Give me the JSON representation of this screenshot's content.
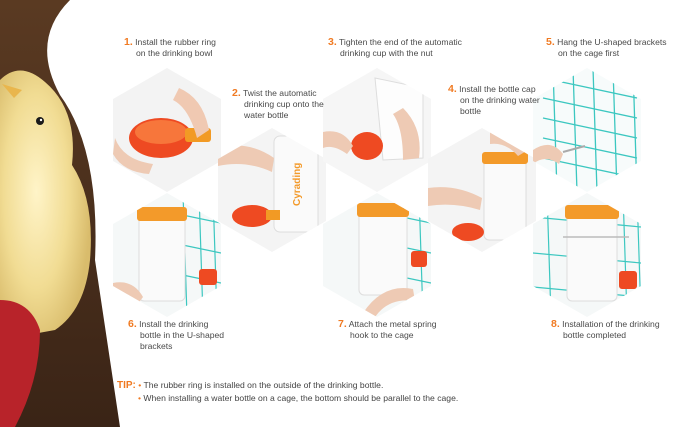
{
  "steps": [
    {
      "num": "1.",
      "line1": "Install the rubber ring",
      "line2": "on the drinking bowl",
      "line3": ""
    },
    {
      "num": "2.",
      "line1": "Twist the automatic",
      "line2": "drinking cup onto the",
      "line3": "water bottle"
    },
    {
      "num": "3.",
      "line1": "Tighten the end of the automatic",
      "line2": "drinking cup with the nut",
      "line3": ""
    },
    {
      "num": "4.",
      "line1": "Install the bottle cap",
      "line2": "on the drinking water",
      "line3": "bottle"
    },
    {
      "num": "5.",
      "line1": "Hang the U-shaped brackets",
      "line2": "on the cage first",
      "line3": ""
    },
    {
      "num": "6.",
      "line1": "Install the drinking",
      "line2": "bottle in the U-shaped",
      "line3": "brackets"
    },
    {
      "num": "7.",
      "line1": "Attach the metal spring",
      "line2": "hook to the cage",
      "line3": ""
    },
    {
      "num": "8.",
      "line1": "Installation of the drinking",
      "line2": "bottle completed",
      "line3": ""
    }
  ],
  "brand_on_bottle": "Cyrading",
  "tip": {
    "label": "TIP:",
    "items": [
      "The rubber ring is installed on the outside of the drinking bottle.",
      "When installing a water bottle on a cage, the bottom should be parallel to the cage."
    ]
  },
  "colors": {
    "accent": "#f07a22",
    "bottle_cap": "#f39a2a",
    "cup": "#f2572a",
    "cage": "#3cc7c0"
  }
}
